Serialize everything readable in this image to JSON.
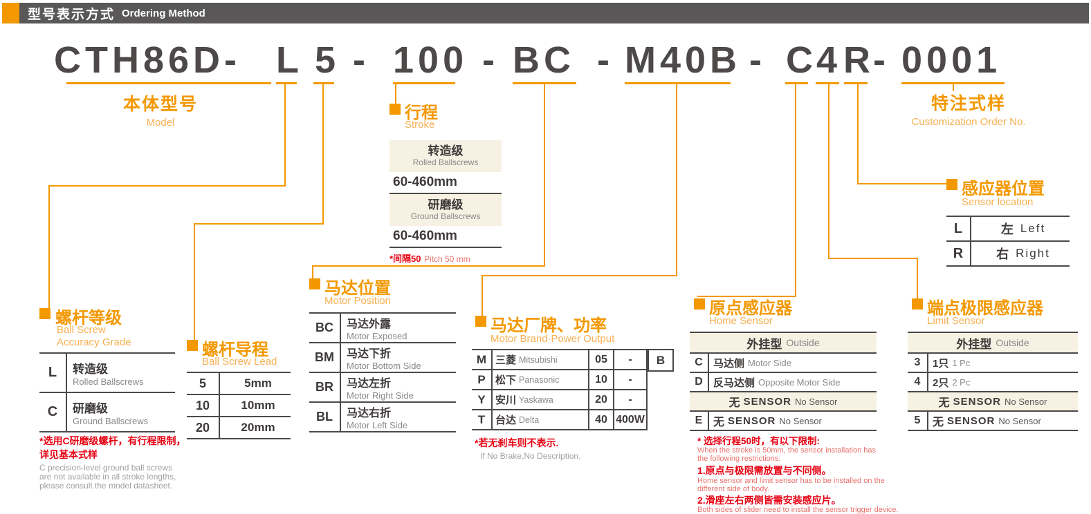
{
  "colors": {
    "accent_orange": "#F39800",
    "light_orange": "#F7B053",
    "header_bg": "#595757",
    "note_red": "#E60012",
    "table_beige": "#F6F1E2",
    "text_dark": "#3E3A39",
    "text_gray": "#9FA0A0"
  },
  "header": {
    "title_zh": "型号表示方式",
    "title_en": "Ordering Method"
  },
  "model_code": {
    "full": "CTH86D-L5-100-BC-M40B-C4R-0001",
    "segments": [
      "CTH86D-",
      "L",
      "5",
      "-",
      "100",
      "-",
      "BC",
      "-",
      "M40B",
      "-",
      "C",
      "4",
      "R",
      "-",
      "0001"
    ]
  },
  "model_label": {
    "zh": "本体型号",
    "en": "Model"
  },
  "custom_order": {
    "zh": "特注式样",
    "en": "Customization Order No."
  },
  "stroke": {
    "zh": "行程",
    "en": "Stroke",
    "rolled_zh": "转造级",
    "rolled_en": "Rolled Ballscrews",
    "rolled_range": "60-460mm",
    "ground_zh": "研磨级",
    "ground_en": "Ground Ballscrews",
    "ground_range": "60-460mm",
    "note_zh": "*间隔50",
    "note_en": "Pitch 50 mm"
  },
  "sensor_location": {
    "zh": "感应器位置",
    "en": "Sensor location",
    "rows": [
      {
        "code": "L",
        "zh": "左",
        "en": "Left"
      },
      {
        "code": "R",
        "zh": "右",
        "en": "Right"
      }
    ]
  },
  "ball_screw_grade": {
    "zh": "螺杆等级",
    "en_line1": "Ball Screw",
    "en_line2": "Accuracy Grade",
    "rows": [
      {
        "code": "L",
        "zh": "转造级",
        "en": "Rolled Ballscrews"
      },
      {
        "code": "C",
        "zh": "研磨级",
        "en": "Ground Ballscrews"
      }
    ],
    "note_zh_line1": "*选用C研磨级螺杆，有行程限制，",
    "note_zh_line2": "详见基本式样",
    "note_en_line1": "C precision-level ground ball screws",
    "note_en_line2": "are not available in all stroke lengths,",
    "note_en_line3": "please consult the model datasheet."
  },
  "ball_screw_lead": {
    "zh": "螺杆导程",
    "en": "Ball Screw Lead",
    "rows": [
      {
        "code": "5",
        "value": "5mm"
      },
      {
        "code": "10",
        "value": "10mm"
      },
      {
        "code": "20",
        "value": "20mm"
      }
    ]
  },
  "motor_position": {
    "zh": "马达位置",
    "en": "Motor Position",
    "rows": [
      {
        "code": "BC",
        "zh": "马达外露",
        "en": "Motor Exposed"
      },
      {
        "code": "BM",
        "zh": "马达下折",
        "en": "Motor Bottom Side"
      },
      {
        "code": "BR",
        "zh": "马达左折",
        "en": "Motor Right Side"
      },
      {
        "code": "BL",
        "zh": "马达右折",
        "en": "Motor Left Side"
      }
    ]
  },
  "motor_brand": {
    "zh": "马达厂牌、功率",
    "en": "Motor Brand·Power Output",
    "rows": [
      {
        "code": "M",
        "brand_zh": "三菱",
        "brand_en": "Mitsubishi",
        "power_code": "05",
        "power": "-",
        "brake": "B"
      },
      {
        "code": "P",
        "brand_zh": "松下",
        "brand_en": "Panasonic",
        "power_code": "10",
        "power": "-",
        "brake": ""
      },
      {
        "code": "Y",
        "brand_zh": "安川",
        "brand_en": "Yaskawa",
        "power_code": "20",
        "power": "-",
        "brake": ""
      },
      {
        "code": "T",
        "brand_zh": "台达",
        "brand_en": "Delta",
        "power_code": "40",
        "power": "400W",
        "brake": ""
      }
    ],
    "note_zh": "*若无刹车则不表示.",
    "note_en": "If No Brake,No Description."
  },
  "home_sensor": {
    "zh": "原点感应器",
    "en": "Home Sensor",
    "type_zh": "外挂型",
    "type_en": "Outside",
    "rows": [
      {
        "code": "C",
        "zh": "马达侧",
        "en": "Motor Side"
      },
      {
        "code": "D",
        "zh": "反马达侧",
        "en": "Opposite Motor Side"
      }
    ],
    "none_zh": "无",
    "none_label": "SENSOR",
    "none_en": "No Sensor",
    "e_row": {
      "code": "E",
      "zh": "无",
      "label": "SENSOR",
      "en": "No Sensor"
    },
    "note_zh": "* 选择行程50时，有以下限制:",
    "note_en_line1": "When the stroke is 50mm, the sensor installation has",
    "note_en_line2": "the following restrictions:",
    "note1_zh": "1.原点与极限需放置与不同侧。",
    "note1_en_line1": "Home sensor and limit sensor has to be installed on the",
    "note1_en_line2": "different side of body.",
    "note2_zh": "2.滑座左右两侧皆需安装感应片。",
    "note2_en": "Both sides of slider need to install the sensor trigger device."
  },
  "limit_sensor": {
    "zh": "端点极限感应器",
    "en": "Limit Sensor",
    "type_zh": "外挂型",
    "type_en": "Outside",
    "rows": [
      {
        "code": "3",
        "zh": "1只",
        "en": "1 Pc"
      },
      {
        "code": "4",
        "zh": "2只",
        "en": "2 Pc"
      }
    ],
    "none_zh": "无",
    "none_label": "SENSOR",
    "none_en": "No Sensor",
    "five_row": {
      "code": "5",
      "zh": "无",
      "label": "SENSOR",
      "en": "No Sensor"
    }
  }
}
